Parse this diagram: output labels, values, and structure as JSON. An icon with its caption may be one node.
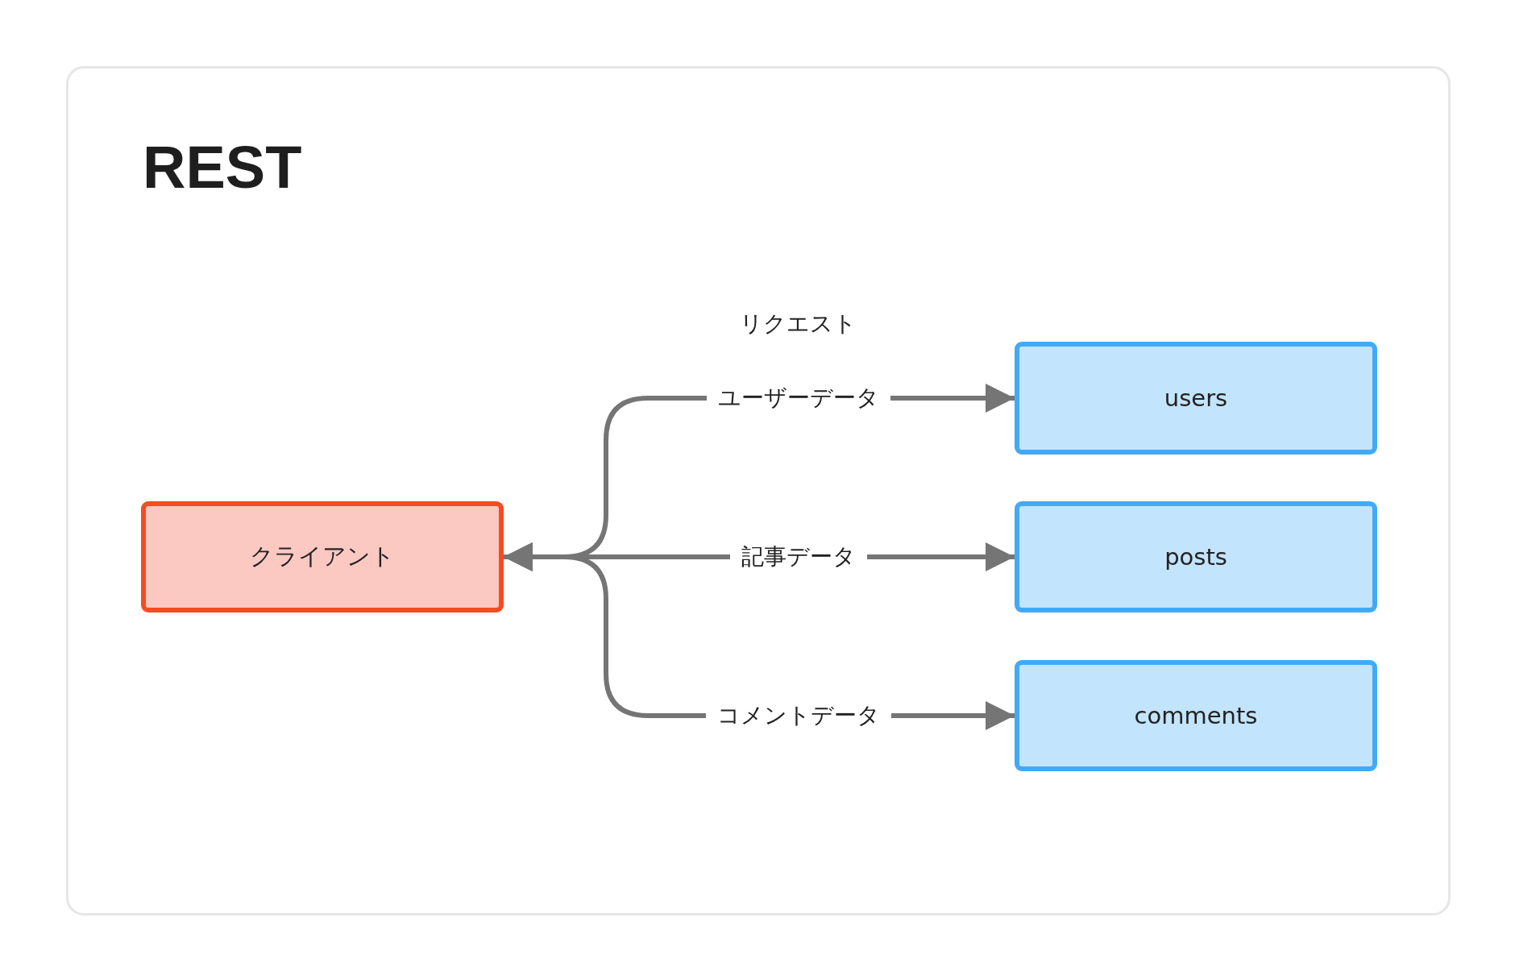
{
  "diagram": {
    "title": "REST",
    "nodes": [
      {
        "text": [
          "クライアント"
        ]
      },
      {
        "text": [
          "users"
        ]
      },
      {
        "text": [
          "posts"
        ]
      },
      {
        "text": [
          "comments"
        ]
      }
    ],
    "edges": [
      {
        "from": 0,
        "to": 1,
        "arrow": "both",
        "label": "ユーザーデータ"
      },
      {
        "from": 0,
        "to": 2,
        "arrow": "both",
        "label": "記事データ"
      },
      {
        "from": 0,
        "to": 3,
        "arrow": "both",
        "label": "コメントデータ"
      }
    ],
    "labels": [
      "リクエスト"
    ]
  }
}
